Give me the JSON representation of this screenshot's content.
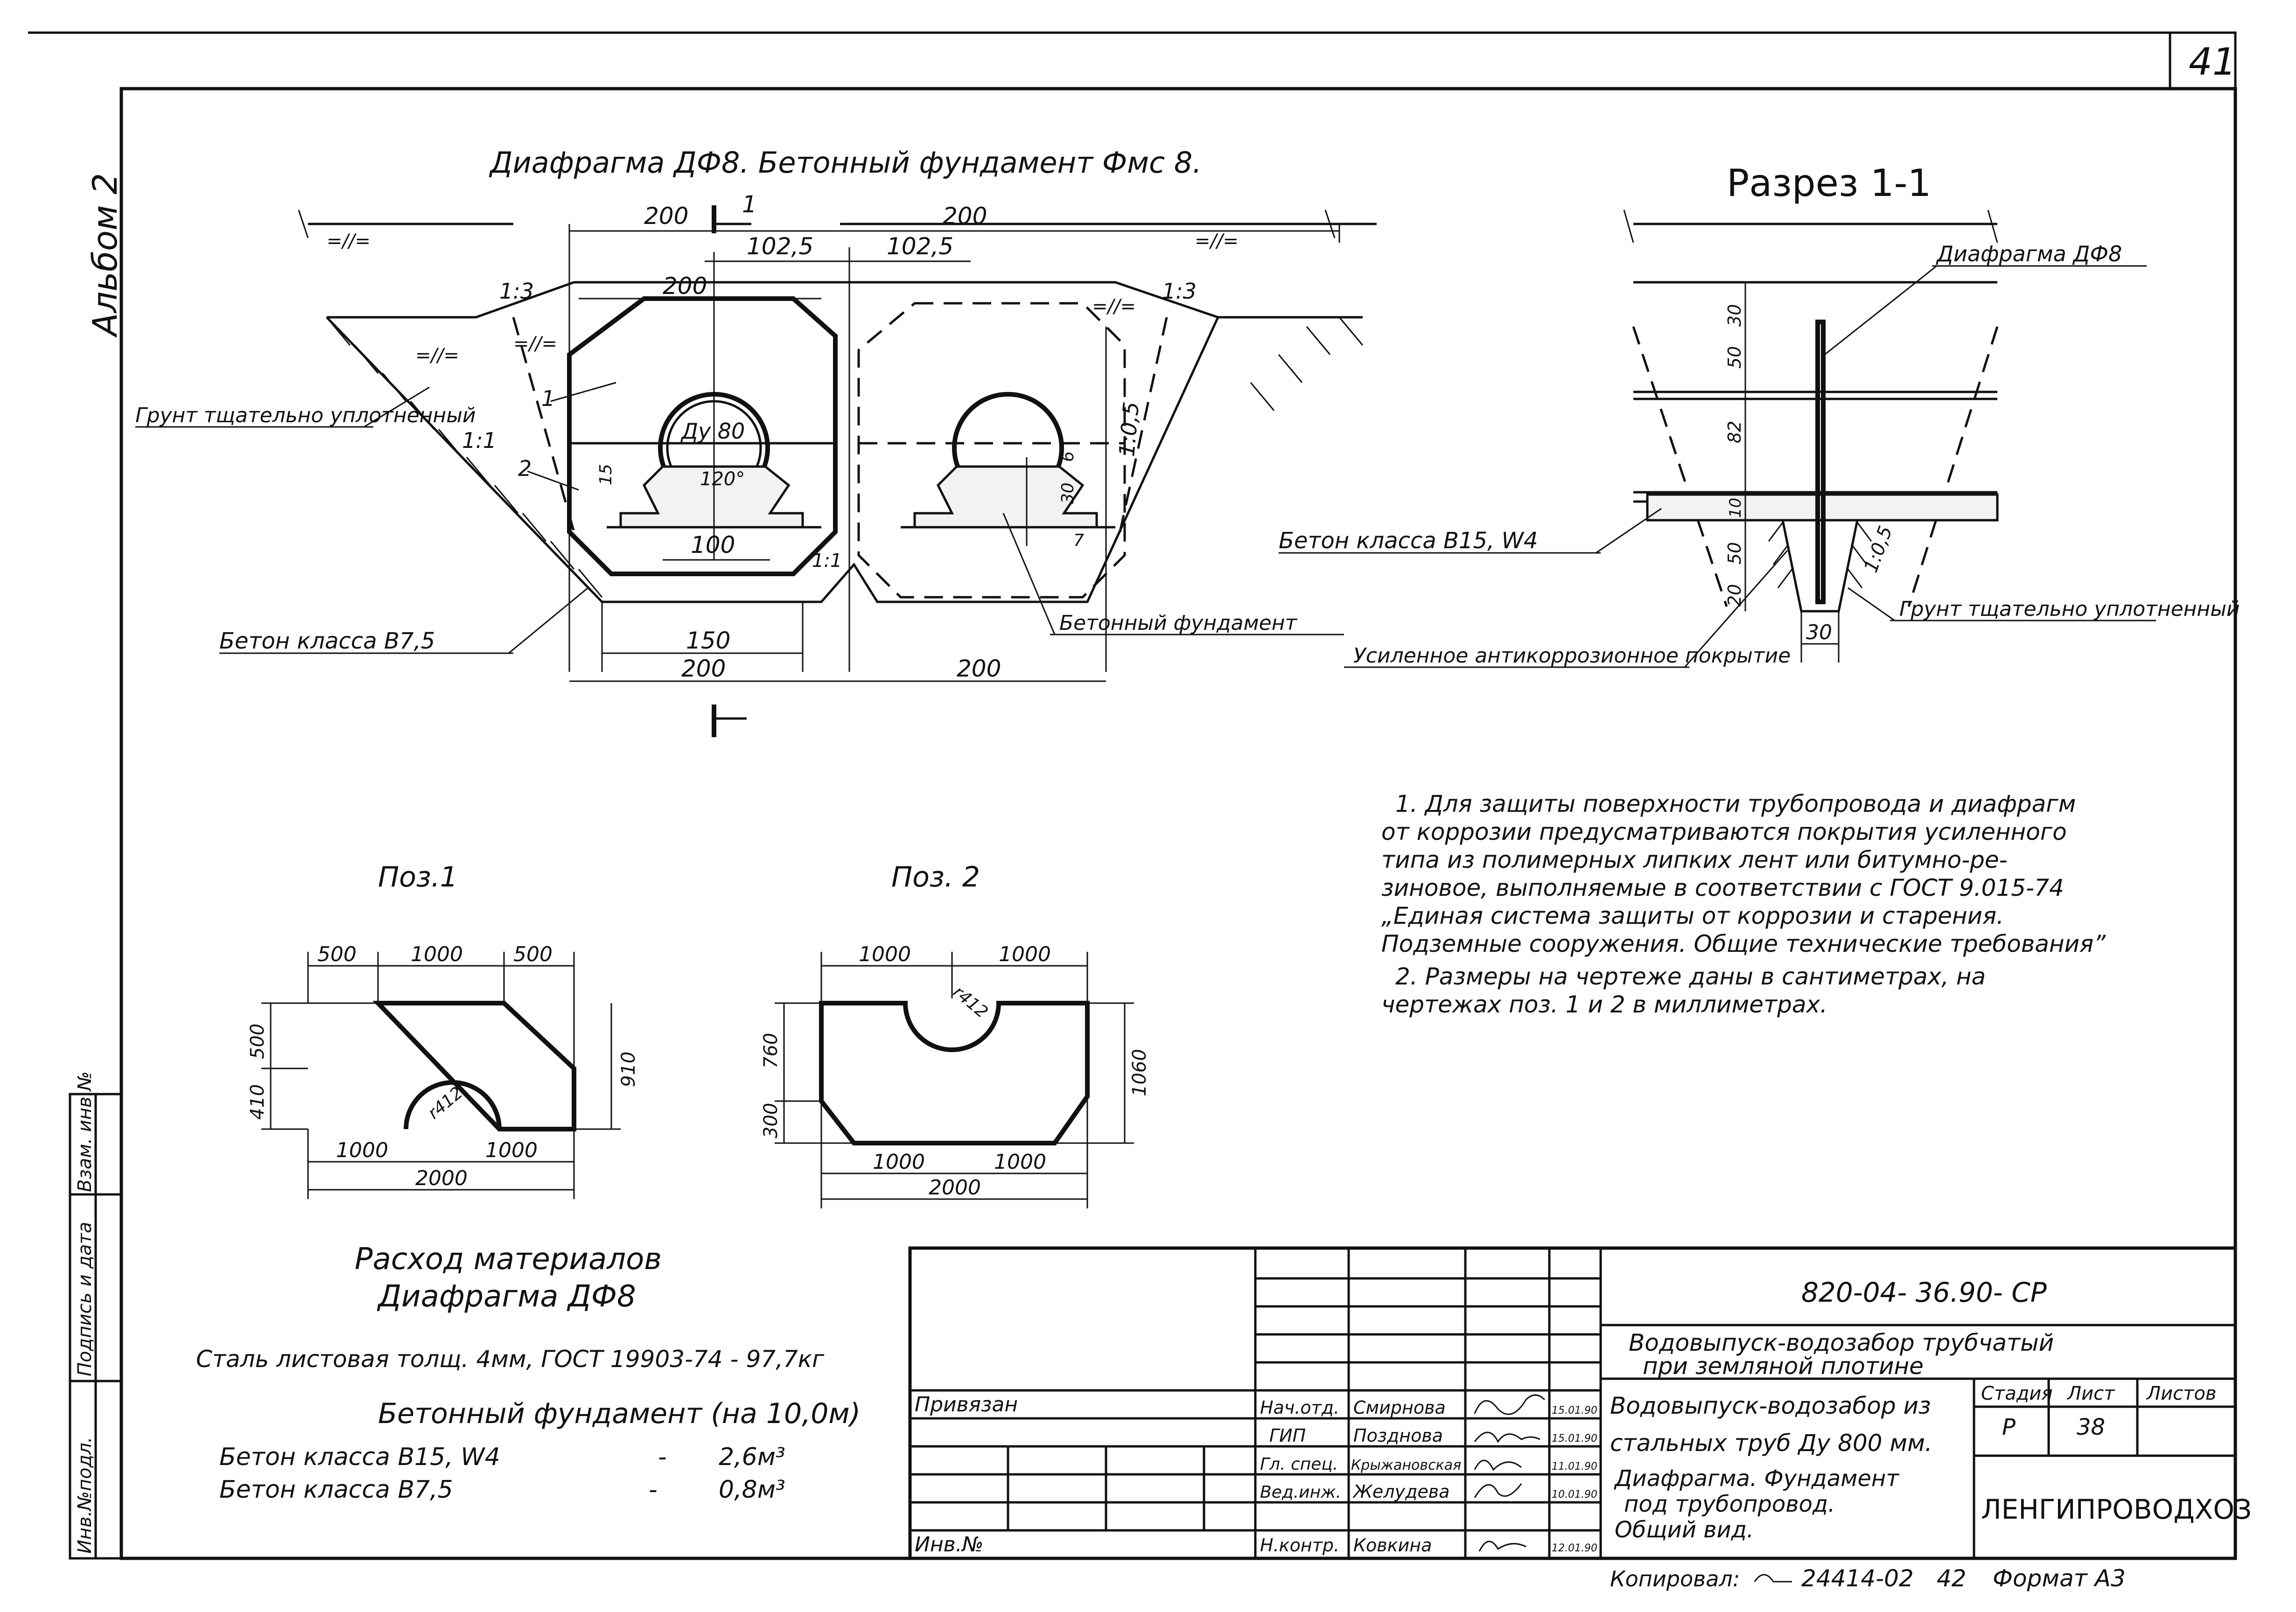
{
  "sheet": {
    "page_number": "41",
    "album": "Альбом 2",
    "main_title": "Диафрагма ДФ8.   Бетонный фундамент Фмс 8.",
    "section_title": "Разрез 1-1"
  },
  "main_view": {
    "dims_top": [
      "200",
      "200"
    ],
    "dims_mid": [
      "102,5",
      "102,5"
    ],
    "dim_inner": "200",
    "section_mark": "1",
    "slopes": [
      "1:3",
      "1:3",
      "1:1",
      "1:0,5",
      "1:1"
    ],
    "pos_marks": [
      "1",
      "2"
    ],
    "pipe_label": "Ду 80",
    "angle": "120°",
    "small_dims": [
      "15",
      "6",
      "30",
      "7"
    ],
    "dim_100": "100",
    "dims_bottom": [
      "150",
      "200",
      "200"
    ],
    "soil_mark": "=//=",
    "labels": {
      "soil": "Грунт тщательно уплотненный",
      "concrete_b75": "Бетон класса В7,5",
      "foundation": "Бетонный фундамент"
    }
  },
  "section_view": {
    "label_diaphragm": "Диафрагма ДФ8",
    "label_concrete": "Бетон класса В15, W4",
    "label_soil": "Грунт тщательно уплотненный",
    "label_coating": "Усиленное антикоррозионное покрытие",
    "dims_v": [
      "30",
      "50",
      "82",
      "10",
      "50",
      "20"
    ],
    "dim_bottom": "30",
    "slope": "1:0,5"
  },
  "notes": [
    "1. Для защиты поверхности трубопровода и диафрагм",
    "от коррозии предусматриваются покрытия усиленного",
    "типа из полимерных липких лент или битумно-ре-",
    "зиновое, выполняемые в соответствии с ГОСТ 9.015-74",
    "„Единая система защиты от коррозии и старения.",
    "Подземные сооружения. Общие технические требования”",
    "2. Размеры на чертеже даны в сантиметрах, на",
    "чертежах поз. 1 и 2  в миллиметрах."
  ],
  "pos1": {
    "title": "Поз.1",
    "dims_top": [
      "500",
      "1000",
      "500"
    ],
    "dims_left": [
      "500",
      "410"
    ],
    "dim_right": "910",
    "radius": "r412",
    "dims_bottom": [
      "1000",
      "1000"
    ],
    "dim_total": "2000"
  },
  "pos2": {
    "title": "Поз. 2",
    "dims_top": [
      "1000",
      "1000"
    ],
    "radius": "r412",
    "dims_left": [
      "760",
      "300"
    ],
    "dim_right": "1060",
    "dims_bottom": [
      "1000",
      "1000"
    ],
    "dim_total": "2000"
  },
  "materials": {
    "title_1": "Расход материалов",
    "title_2": "Диафрагма ДФ8",
    "steel": "Сталь листовая толщ. 4мм, ГОСТ 19903-74  -  97,7кг",
    "foundation_title": "Бетонный фундамент (на 10,0м)",
    "rows": [
      {
        "name": "Бетон класса В15, W4",
        "dash": "-",
        "value": "2,6м³"
      },
      {
        "name": "Бетон класса В7,5",
        "dash": "-",
        "value": "0,8м³"
      }
    ]
  },
  "side_stamp": [
    "Инв.№подл.",
    "Подпись и дата",
    "Взам. инв.№"
  ],
  "title_block": {
    "doc_code": "820-04- 36.90- СР",
    "project": [
      "Водовыпуск-водозабор трубчатый",
      "при земляной плотине"
    ],
    "object": [
      "Водовыпуск-водозабор из",
      "стальных труб Ду 800 мм."
    ],
    "drawing": [
      "Диафрагма. Фундамент",
      "под трубопровод.",
      "Общий вид."
    ],
    "stage_header": "Стадия",
    "sheet_header": "Лист",
    "sheets_header": "Листов",
    "stage": "Р",
    "sheet": "38",
    "org": "ЛЕНГИПРОВОДХОЗ",
    "privyazan": "Привязан",
    "inv": "Инв.№",
    "people": [
      {
        "role": "Нач.отд.",
        "name": "Смирнова",
        "date": "15.01.90"
      },
      {
        "role": "ГИП",
        "name": "Позднова",
        "date": "15.01.90"
      },
      {
        "role": "Гл. спец.",
        "name": "Крыжановская",
        "date": "11.01.90"
      },
      {
        "role": "Вед.инж.",
        "name": "Желудева",
        "date": "10.01.90"
      },
      {
        "role": "Н.контр.",
        "name": "Ковкина",
        "date": "12.01.90"
      }
    ],
    "copied": "Копировал: ",
    "copy_no": "24414-02",
    "copy_sheet": "42",
    "format": "Формат А3"
  }
}
